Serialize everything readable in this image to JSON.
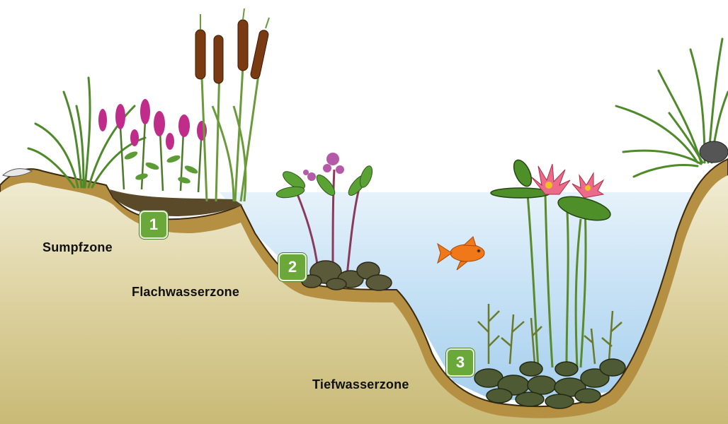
{
  "zones": [
    {
      "number": "1",
      "label": "Sumpfzone"
    },
    {
      "number": "2",
      "label": "Flachwasserzone"
    },
    {
      "number": "3",
      "label": "Tiefwasserzone"
    }
  ],
  "colors": {
    "water": "#bcdcf2",
    "earth": "#d9cf9c",
    "earth_band": "#b08a3c",
    "badge": "#6aa83a"
  }
}
